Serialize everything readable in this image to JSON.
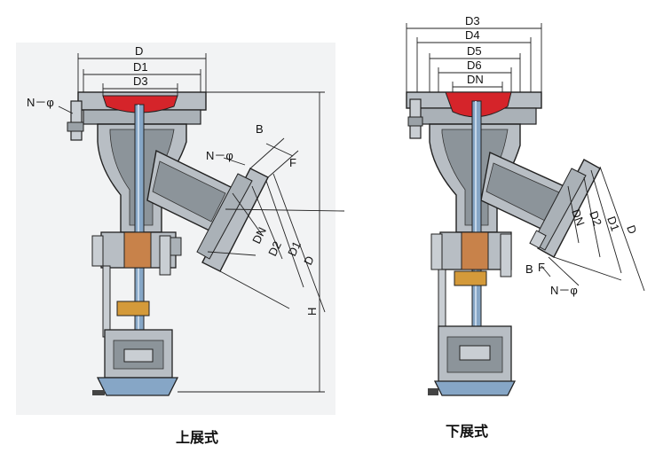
{
  "colors": {
    "body": "#b8bec4",
    "body_dark": "#8c949a",
    "seal": "#d5242a",
    "stem": "#86a6c6",
    "nut": "#d49a3a",
    "copper": "#c8824a",
    "line": "#222222",
    "backdrop": "#f2f3f4"
  },
  "left_figure": {
    "caption": "上展式",
    "labels": {
      "D": "D",
      "D1": "D1",
      "D3": "D3",
      "N_phi": "N－φ",
      "N_phi_2": "N－φ",
      "B": "B",
      "F": "F",
      "DN": "DN",
      "D2": "D2",
      "D1_side": "D1",
      "D_side": "D",
      "H": "H"
    }
  },
  "right_figure": {
    "caption": "下展式",
    "labels": {
      "D3": "D3",
      "D4": "D4",
      "D5": "D5",
      "D6": "D6",
      "DN": "DN",
      "DN_side": "DN",
      "D2_side": "D2",
      "D1_side": "D1",
      "D_side": "D",
      "B": "B",
      "F": "F",
      "N_phi": "N－φ"
    }
  }
}
